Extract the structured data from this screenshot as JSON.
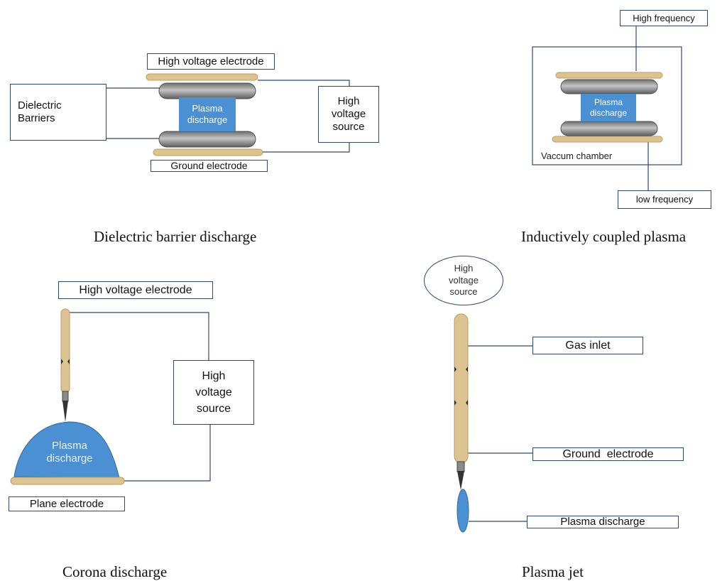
{
  "colors": {
    "electrode": "#dcc392",
    "electrode_edge": "#c09a5e",
    "cylinder": "#9a9a9a",
    "cylinder_edge": "#4f4f4f",
    "plasma": "#4a90d2",
    "line": "#2e4a72"
  },
  "dbd": {
    "high_voltage_electrode": "High voltage electrode",
    "dielectric_barriers": "Dielectric Barriers",
    "plasma": "Plasma discharge",
    "high_voltage_source": "High voltage source",
    "ground_electrode": "Ground electrode",
    "caption": "Dielectric barrier discharge"
  },
  "icp": {
    "high_frequency": "High frequency",
    "plasma": "Plasma discharge",
    "chamber": "Vaccum chamber",
    "low_frequency": "low frequency",
    "caption": "Inductively coupled plasma"
  },
  "corona": {
    "high_voltage_electrode": "High voltage electrode",
    "high_voltage_source": "High voltage source",
    "plasma": "Plasma discharge",
    "plane_electrode": "Plane electrode",
    "caption": "Corona discharge"
  },
  "jet": {
    "high_voltage_source": "High voltage source",
    "gas_inlet": "Gas inlet",
    "ground_electrode": "Ground  electrode",
    "plasma": "Plasma discharge",
    "caption": "Plasma jet"
  }
}
